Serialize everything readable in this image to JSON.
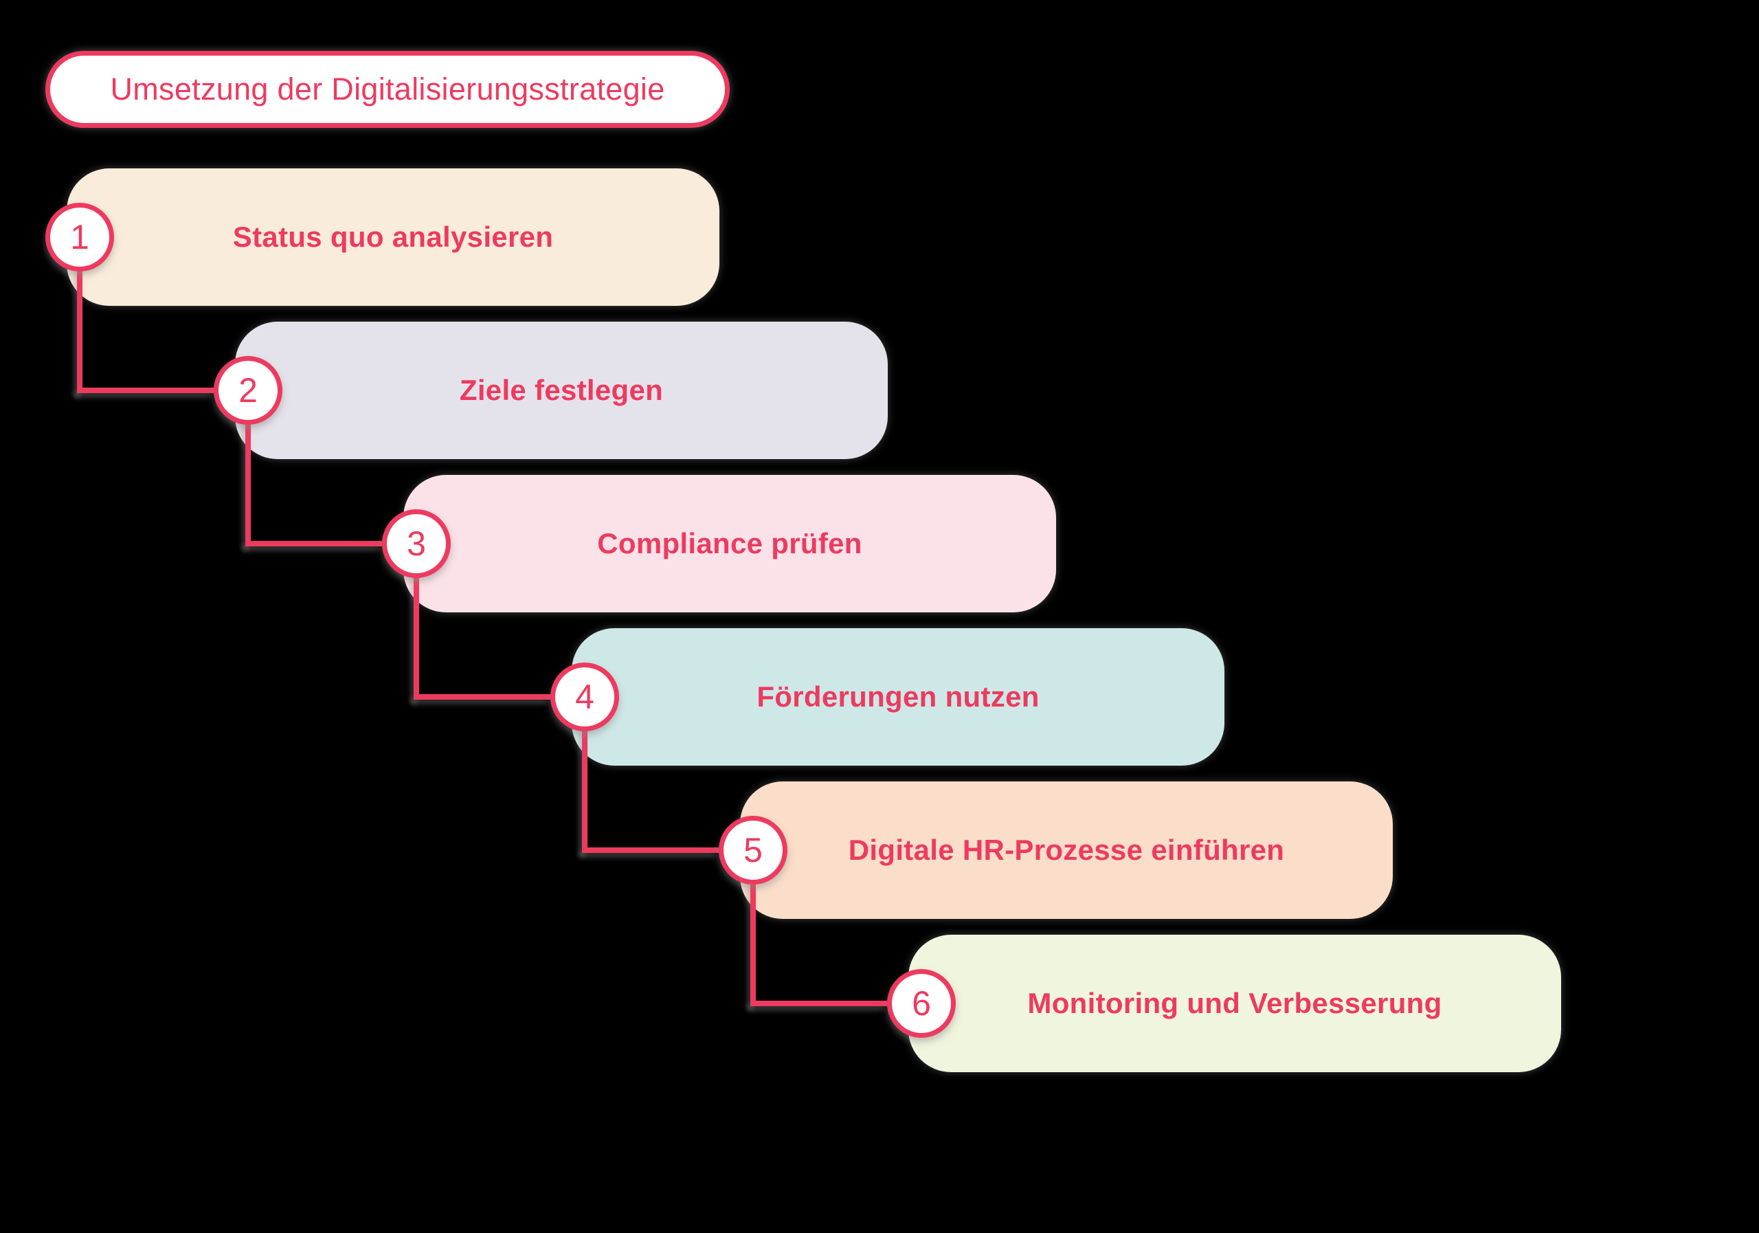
{
  "colors": {
    "background": "#000000",
    "accent": "#EE3A5F",
    "badge_fill": "#FFFFFF",
    "title_fill": "#FFFFFF"
  },
  "title": {
    "label": "Umsetzung der Digitalisierungsstrategie"
  },
  "steps": [
    {
      "number": "1",
      "label": "Status quo analysieren",
      "color": "#FAECDA"
    },
    {
      "number": "2",
      "label": "Ziele festlegen",
      "color": "#E4E3EB"
    },
    {
      "number": "3",
      "label": "Compliance prüfen",
      "color": "#FBE2E8"
    },
    {
      "number": "4",
      "label": "Förderungen nutzen",
      "color": "#CDE8E7"
    },
    {
      "number": "5",
      "label": "Digitale HR-Prozesse einführen",
      "color": "#FBDEC9"
    },
    {
      "number": "6",
      "label": "Monitoring und Verbesserung",
      "color": "#F0F5DE"
    }
  ]
}
